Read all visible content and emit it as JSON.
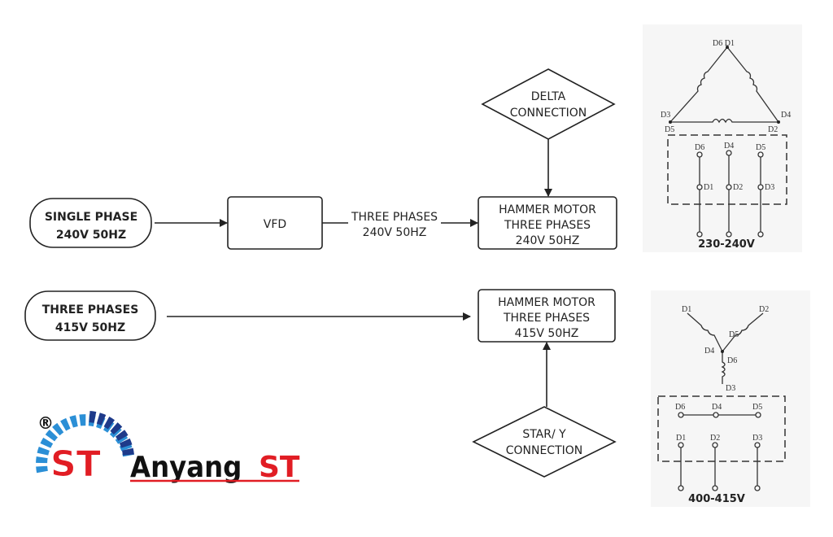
{
  "flow": {
    "single_phase": {
      "line1": "SINGLE PHASE",
      "line2": "240V 50HZ"
    },
    "vfd": {
      "label": "VFD"
    },
    "vfd_output": {
      "line1": "THREE PHASES",
      "line2": "240V 50HZ"
    },
    "motor_240": {
      "line1": "HAMMER MOTOR",
      "line2": "THREE PHASES",
      "line3": "240V 50HZ"
    },
    "delta": {
      "line1": "DELTA",
      "line2": "CONNECTION"
    },
    "three_phase": {
      "line1": "THREE PHASES",
      "line2": "415V 50HZ"
    },
    "motor_415": {
      "line1": "HAMMER MOTOR",
      "line2": "THREE PHASES",
      "line3": "415V 50HZ"
    },
    "star": {
      "line1": "STAR/ Y",
      "line2": "CONNECTION"
    }
  },
  "delta_diagram": {
    "top": "D6  D1",
    "left_top": "D3",
    "left_bottom": "D5",
    "right_top": "D4",
    "right_bottom": "D2",
    "terminals_top": [
      "D6",
      "D4",
      "D5"
    ],
    "terminals_mid": [
      "D1",
      "D2",
      "D3"
    ],
    "voltage": "230-240V"
  },
  "star_diagram": {
    "d1": "D1",
    "d2": "D2",
    "d5": "D5",
    "d4": "D4",
    "d6": "D6",
    "d3": "D3",
    "terminals_top": [
      "D6",
      "D4",
      "D5"
    ],
    "terminals_bottom": [
      "D1",
      "D2",
      "D3"
    ],
    "voltage": "400-415V"
  },
  "logo": {
    "text": "Anyang",
    "suffix": "ST",
    "mark": "ST",
    "registered": "®"
  }
}
